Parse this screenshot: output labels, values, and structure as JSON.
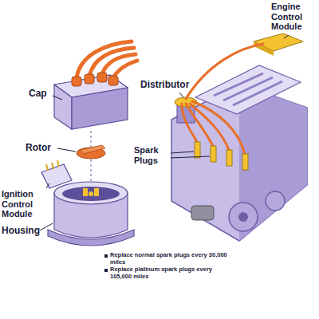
{
  "diagram": {
    "labels": [
      "Cap",
      "Rotor",
      "Ignition Control Module",
      "Housing",
      "Distributor",
      "Engine Control Module",
      "Spark Plugs",
      "Replace normal spark plugs every 30,000 miles",
      "Replace platinum spark plugs every 105,000 miles"
    ]
  }
}
